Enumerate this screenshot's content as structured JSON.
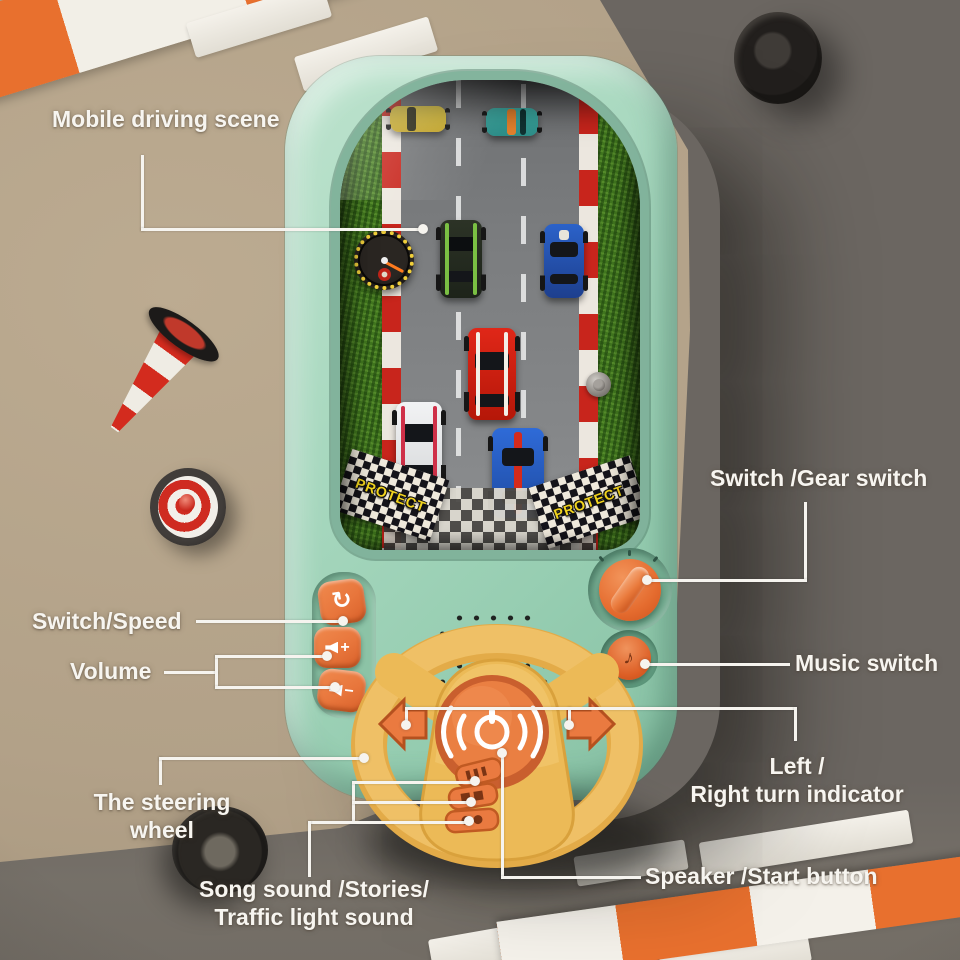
{
  "annotations": {
    "mobile_driving_scene": "Mobile driving scene",
    "switch_gear_switch": "Switch /Gear switch",
    "switch_speed": "Switch/Speed",
    "volume": "Volume",
    "music_switch": "Music switch",
    "left_right_turn_indicator": {
      "line1": "Left /",
      "line2": "Right turn indicator"
    },
    "the_steering_wheel": {
      "line1": "The steering",
      "line2": "wheel"
    },
    "song_sound": {
      "line1": "Song sound /Stories/",
      "line2": "Traffic light sound"
    },
    "speaker_start_button": "Speaker /Start button"
  },
  "screen": {
    "banner_left_text": "PROTECT",
    "banner_right_text": "PROTECT"
  },
  "controls": {
    "speed_switch_icon": "↻",
    "volume_up_sign": "+",
    "volume_down_sign": "−",
    "music_note_icon": "♪"
  },
  "colors": {
    "console_mint": "#a8d8bf",
    "accent_orange": "#e8763c",
    "wheel_yellow": "#eebc5d",
    "banner_yellow": "#f2d41e",
    "label_white": "#f7f5f0"
  }
}
